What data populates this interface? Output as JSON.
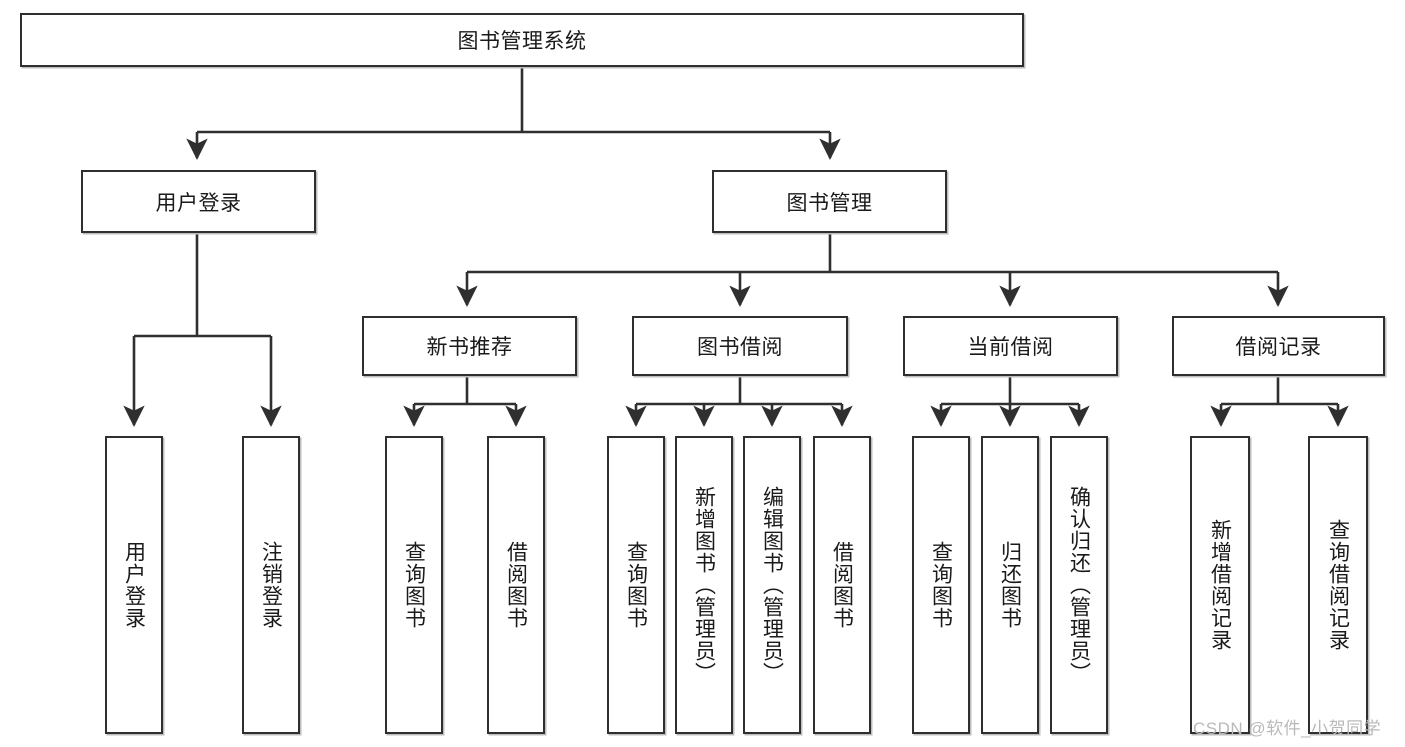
{
  "diagram": {
    "type": "tree",
    "title": "图书管理系统",
    "orientation": "top-down",
    "watermark": "CSDN @软件_小贺同学",
    "colors": {
      "box_border": "#2f2f2f",
      "box_fill": "#ffffff",
      "connector": "#2f2f2f",
      "text": "#1a1a1a",
      "watermark": "#b9b9b9",
      "background": "#ffffff"
    },
    "nodes": {
      "root": {
        "label": "图书管理系统",
        "level": 0
      },
      "l1": [
        {
          "id": "user_login",
          "label": "用户登录"
        },
        {
          "id": "book_manage",
          "label": "图书管理"
        }
      ],
      "l2": [
        {
          "id": "new_book_rec",
          "label": "新书推荐",
          "parent": "book_manage"
        },
        {
          "id": "book_borrow",
          "label": "图书借阅",
          "parent": "book_manage"
        },
        {
          "id": "current_borrow",
          "label": "当前借阅",
          "parent": "book_manage"
        },
        {
          "id": "borrow_record",
          "label": "借阅记录",
          "parent": "book_manage"
        }
      ],
      "leaves": {
        "user_login": [
          {
            "label": "用户登录"
          },
          {
            "label": "注销登录"
          }
        ],
        "new_book_rec": [
          {
            "label": "查询图书"
          },
          {
            "label": "借阅图书"
          }
        ],
        "book_borrow": [
          {
            "label": "查询图书"
          },
          {
            "label": "新增图书（管理员）"
          },
          {
            "label": "编辑图书（管理员）"
          },
          {
            "label": "借阅图书"
          }
        ],
        "current_borrow": [
          {
            "label": "查询图书"
          },
          {
            "label": "归还图书"
          },
          {
            "label": "确认归还（管理员）"
          }
        ],
        "borrow_record": [
          {
            "label": "新增借阅记录"
          },
          {
            "label": "查询借阅记录"
          }
        ]
      }
    }
  }
}
